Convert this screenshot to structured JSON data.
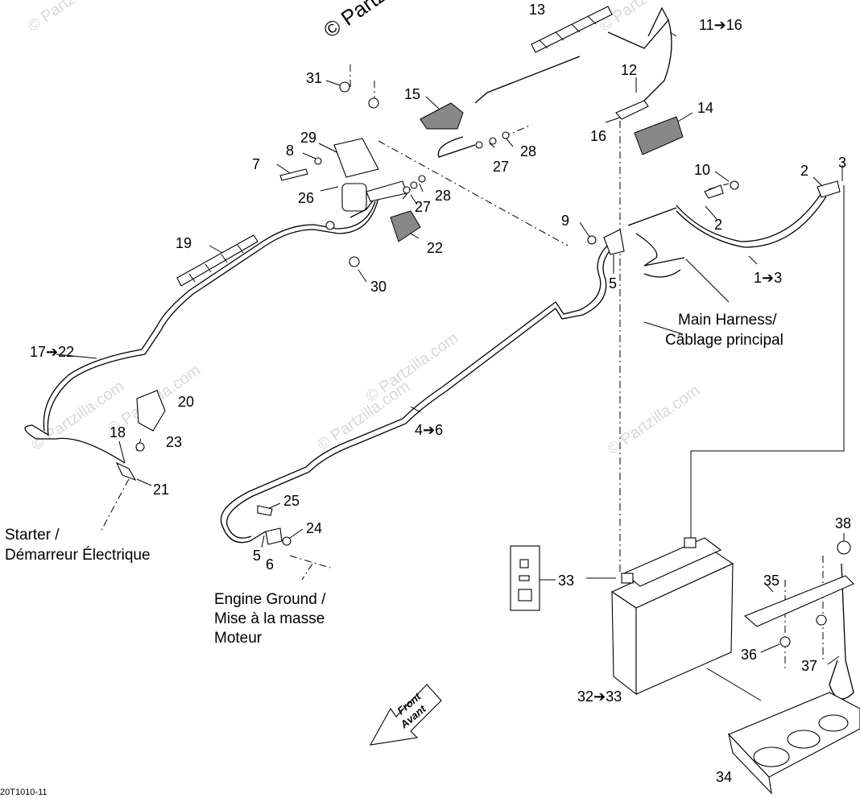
{
  "watermark": {
    "primary": "© Partzilla",
    "faint": [
      "© Partzilla.com",
      "© Partzilla.com",
      "© Partzilla.com",
      "© Partzilla.com",
      "© Partzilla.com",
      "© Partzilla.com",
      "© Partzilla.com"
    ]
  },
  "figure_code": "20T1010-11",
  "callouts": [
    "13",
    "11➔16",
    "12",
    "14",
    "16",
    "31",
    "15",
    "29",
    "8",
    "7",
    "28",
    "27",
    "26",
    "27",
    "28",
    "10",
    "2",
    "3",
    "2",
    "9",
    "22",
    "19",
    "30",
    "5",
    "1➔3",
    "17➔22",
    "20",
    "18",
    "23",
    "21",
    "4➔6",
    "25",
    "24",
    "5",
    "6",
    "33",
    "38",
    "35",
    "36",
    "37",
    "32➔33",
    "34"
  ],
  "notes": {
    "main_harness": [
      "Main Harness/",
      "Câblage principal"
    ],
    "starter": [
      "Starter /",
      "Démarreur Électrique"
    ],
    "engine_ground": [
      "Engine Ground /",
      "Mise à la masse",
      "Moteur"
    ]
  },
  "front_arrow": [
    "Front",
    "Avant"
  ],
  "icons": [
    "battery-icon",
    "battery-tray-icon",
    "solenoid-icon",
    "front-direction-arrow-icon",
    "terminal-boot-icon",
    "hardware-kit-icon"
  ]
}
